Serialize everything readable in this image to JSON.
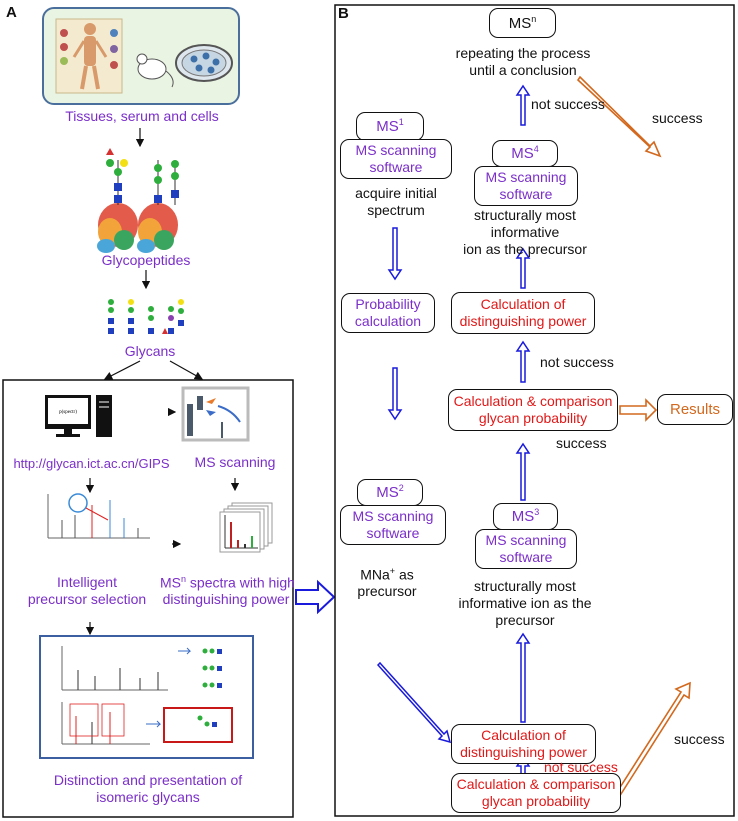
{
  "panel_a": {
    "label": "A",
    "tissues": "Tissues, serum and cells",
    "glycopeptides": "Glycopeptides",
    "glycans": "Glycans",
    "url": "http://glycan.ict.ac.cn/GIPS",
    "ms_scanning": "MS scanning",
    "intelligent_line1": "Intelligent",
    "intelligent_line2": "precursor selection",
    "msn_line1_a": "MS",
    "msn_line1_sup": "n",
    "msn_line1_b": " spectra with high",
    "msn_line2": "distinguishing power",
    "distinction_line1": "Distinction and presentation of",
    "distinction_line2": "isomeric glycans"
  },
  "panel_b": {
    "label": "B",
    "ms_sup_base": "MS",
    "msn_sup": "n",
    "ms1_sup": "1",
    "ms2_sup": "2",
    "ms3_sup": "3",
    "ms4_sup": "4",
    "repeat_line1": "repeating the process",
    "repeat_line2": "until a conclusion",
    "not_success": "not success",
    "success": "success",
    "scan_line1": "MS scanning",
    "scan_line2": "software",
    "acquire_line1": "acquire initial",
    "acquire_line2": "spectrum",
    "struct4_line1": "structurally most",
    "struct4_line2": "informative",
    "struct4_line3": "ion as the precursor",
    "prob_line1": "Probability",
    "prob_line2": "calculation",
    "calc_dist_line1": "Calculation of",
    "calc_dist_line2": "distinguishing power",
    "calc_comp_line1": "Calculation & comparison",
    "calc_comp_line2": "glycan probability",
    "results": "Results",
    "mna_a": "MNa",
    "mna_sup": "+",
    "mna_b": " as",
    "mna_line2": "precursor",
    "struct3_line1": "structurally most",
    "struct3_line2": "informative ion as the",
    "struct3_line3": "precursor"
  },
  "colors": {
    "purple": "#7b2fc9",
    "red": "#e01818",
    "orange": "#d2691e",
    "blue_arrow": "#1a1adc"
  }
}
